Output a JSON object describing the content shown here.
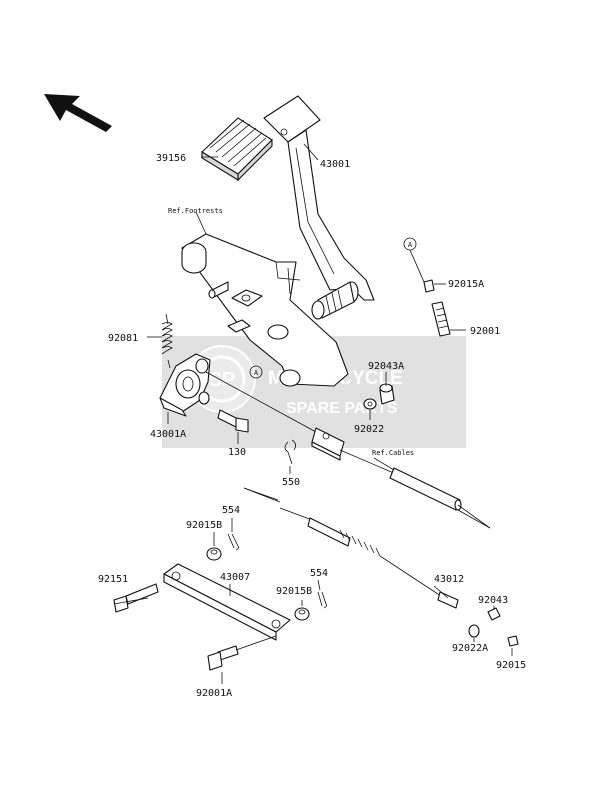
{
  "diagram": {
    "reference_labels": {
      "footrests": "Ref.Footrests",
      "cables": "Ref.Cables",
      "circle_mark": "A"
    },
    "part_numbers": {
      "p39156": "39156",
      "p43001": "43001",
      "p92015A": "92015A",
      "p92001": "92001",
      "p92081": "92081",
      "p92043A": "92043A",
      "p43001A": "43001A",
      "p92022": "92022",
      "p130": "130",
      "p550": "550",
      "p554a": "554",
      "p92015B_a": "92015B",
      "p92151": "92151",
      "p43007": "43007",
      "p554b": "554",
      "p92015B_b": "92015B",
      "p43012": "43012",
      "p92043": "92043",
      "p92022A": "92022A",
      "p92015": "92015",
      "p92001A": "92001A"
    }
  },
  "watermark": {
    "badge": "SP",
    "line1": "MOTORCYCLE",
    "line2": "SPARE PARTS",
    "color": "#bfbfbf"
  },
  "colors": {
    "ink": "#111111",
    "background": "#ffffff"
  }
}
